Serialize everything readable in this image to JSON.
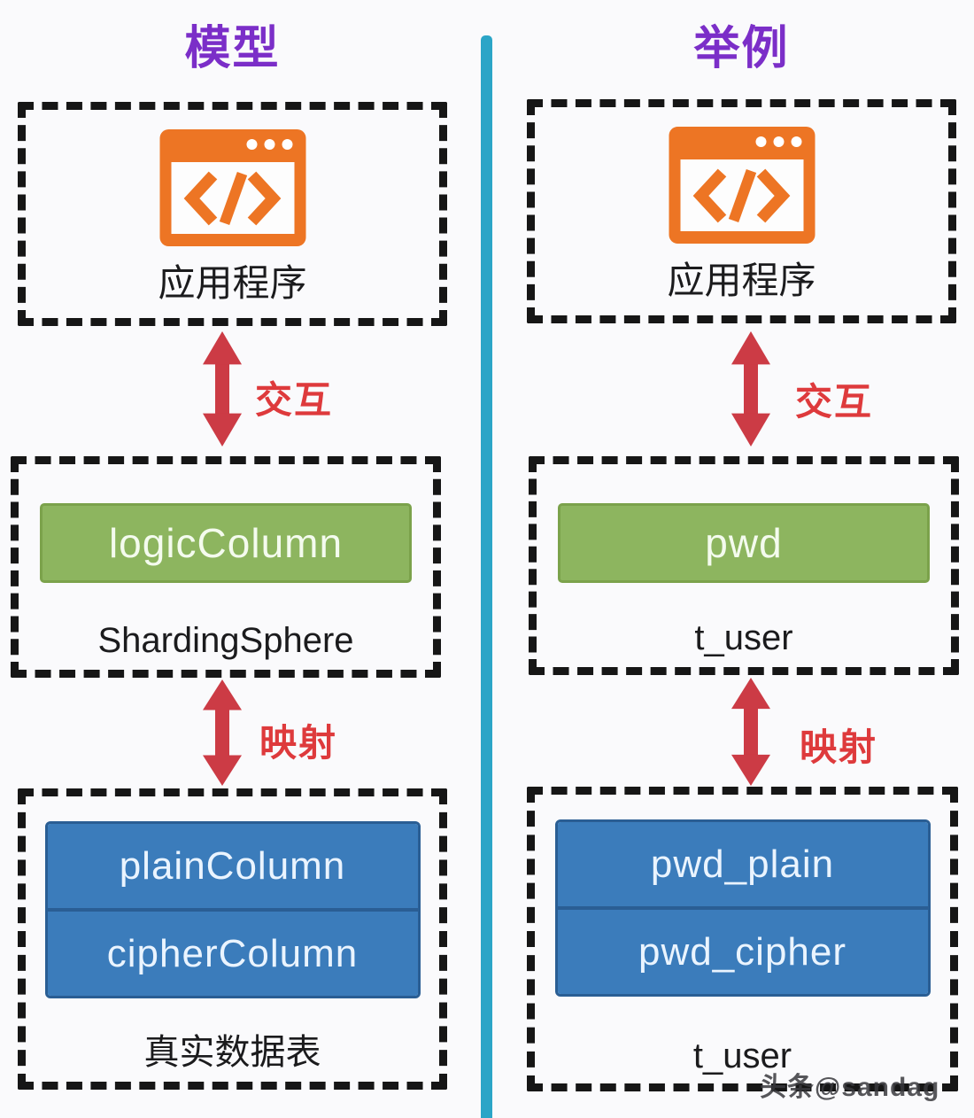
{
  "page": {
    "background": "#FAFAFC",
    "divider_color": "#2BA5C7",
    "dash_color": "#161616",
    "accent_orange": "#ED7524",
    "accent_green": "#8DB55F",
    "accent_blue": "#3B7CBB",
    "accent_red_arrow": "#CC3B45",
    "accent_red_label": "#DE3A3C",
    "accent_purple": "#7B2EC8"
  },
  "columns": [
    {
      "title": "模型",
      "app": {
        "icon": "code-window-icon",
        "label": "应用程序"
      },
      "interact_label": "交互",
      "middle": {
        "box_label": "logicColumn",
        "caption": "ShardingSphere"
      },
      "map_label": "映射",
      "bottom": {
        "rows": [
          "plainColumn",
          "cipherColumn"
        ],
        "caption": "真实数据表"
      }
    },
    {
      "title": "举例",
      "app": {
        "icon": "code-window-icon",
        "label": "应用程序"
      },
      "interact_label": "交互",
      "middle": {
        "box_label": "pwd",
        "caption": "t_user"
      },
      "map_label": "映射",
      "bottom": {
        "rows": [
          "pwd_plain",
          "pwd_cipher"
        ],
        "caption": "t_user"
      }
    }
  ],
  "watermark": "头条@sandag"
}
